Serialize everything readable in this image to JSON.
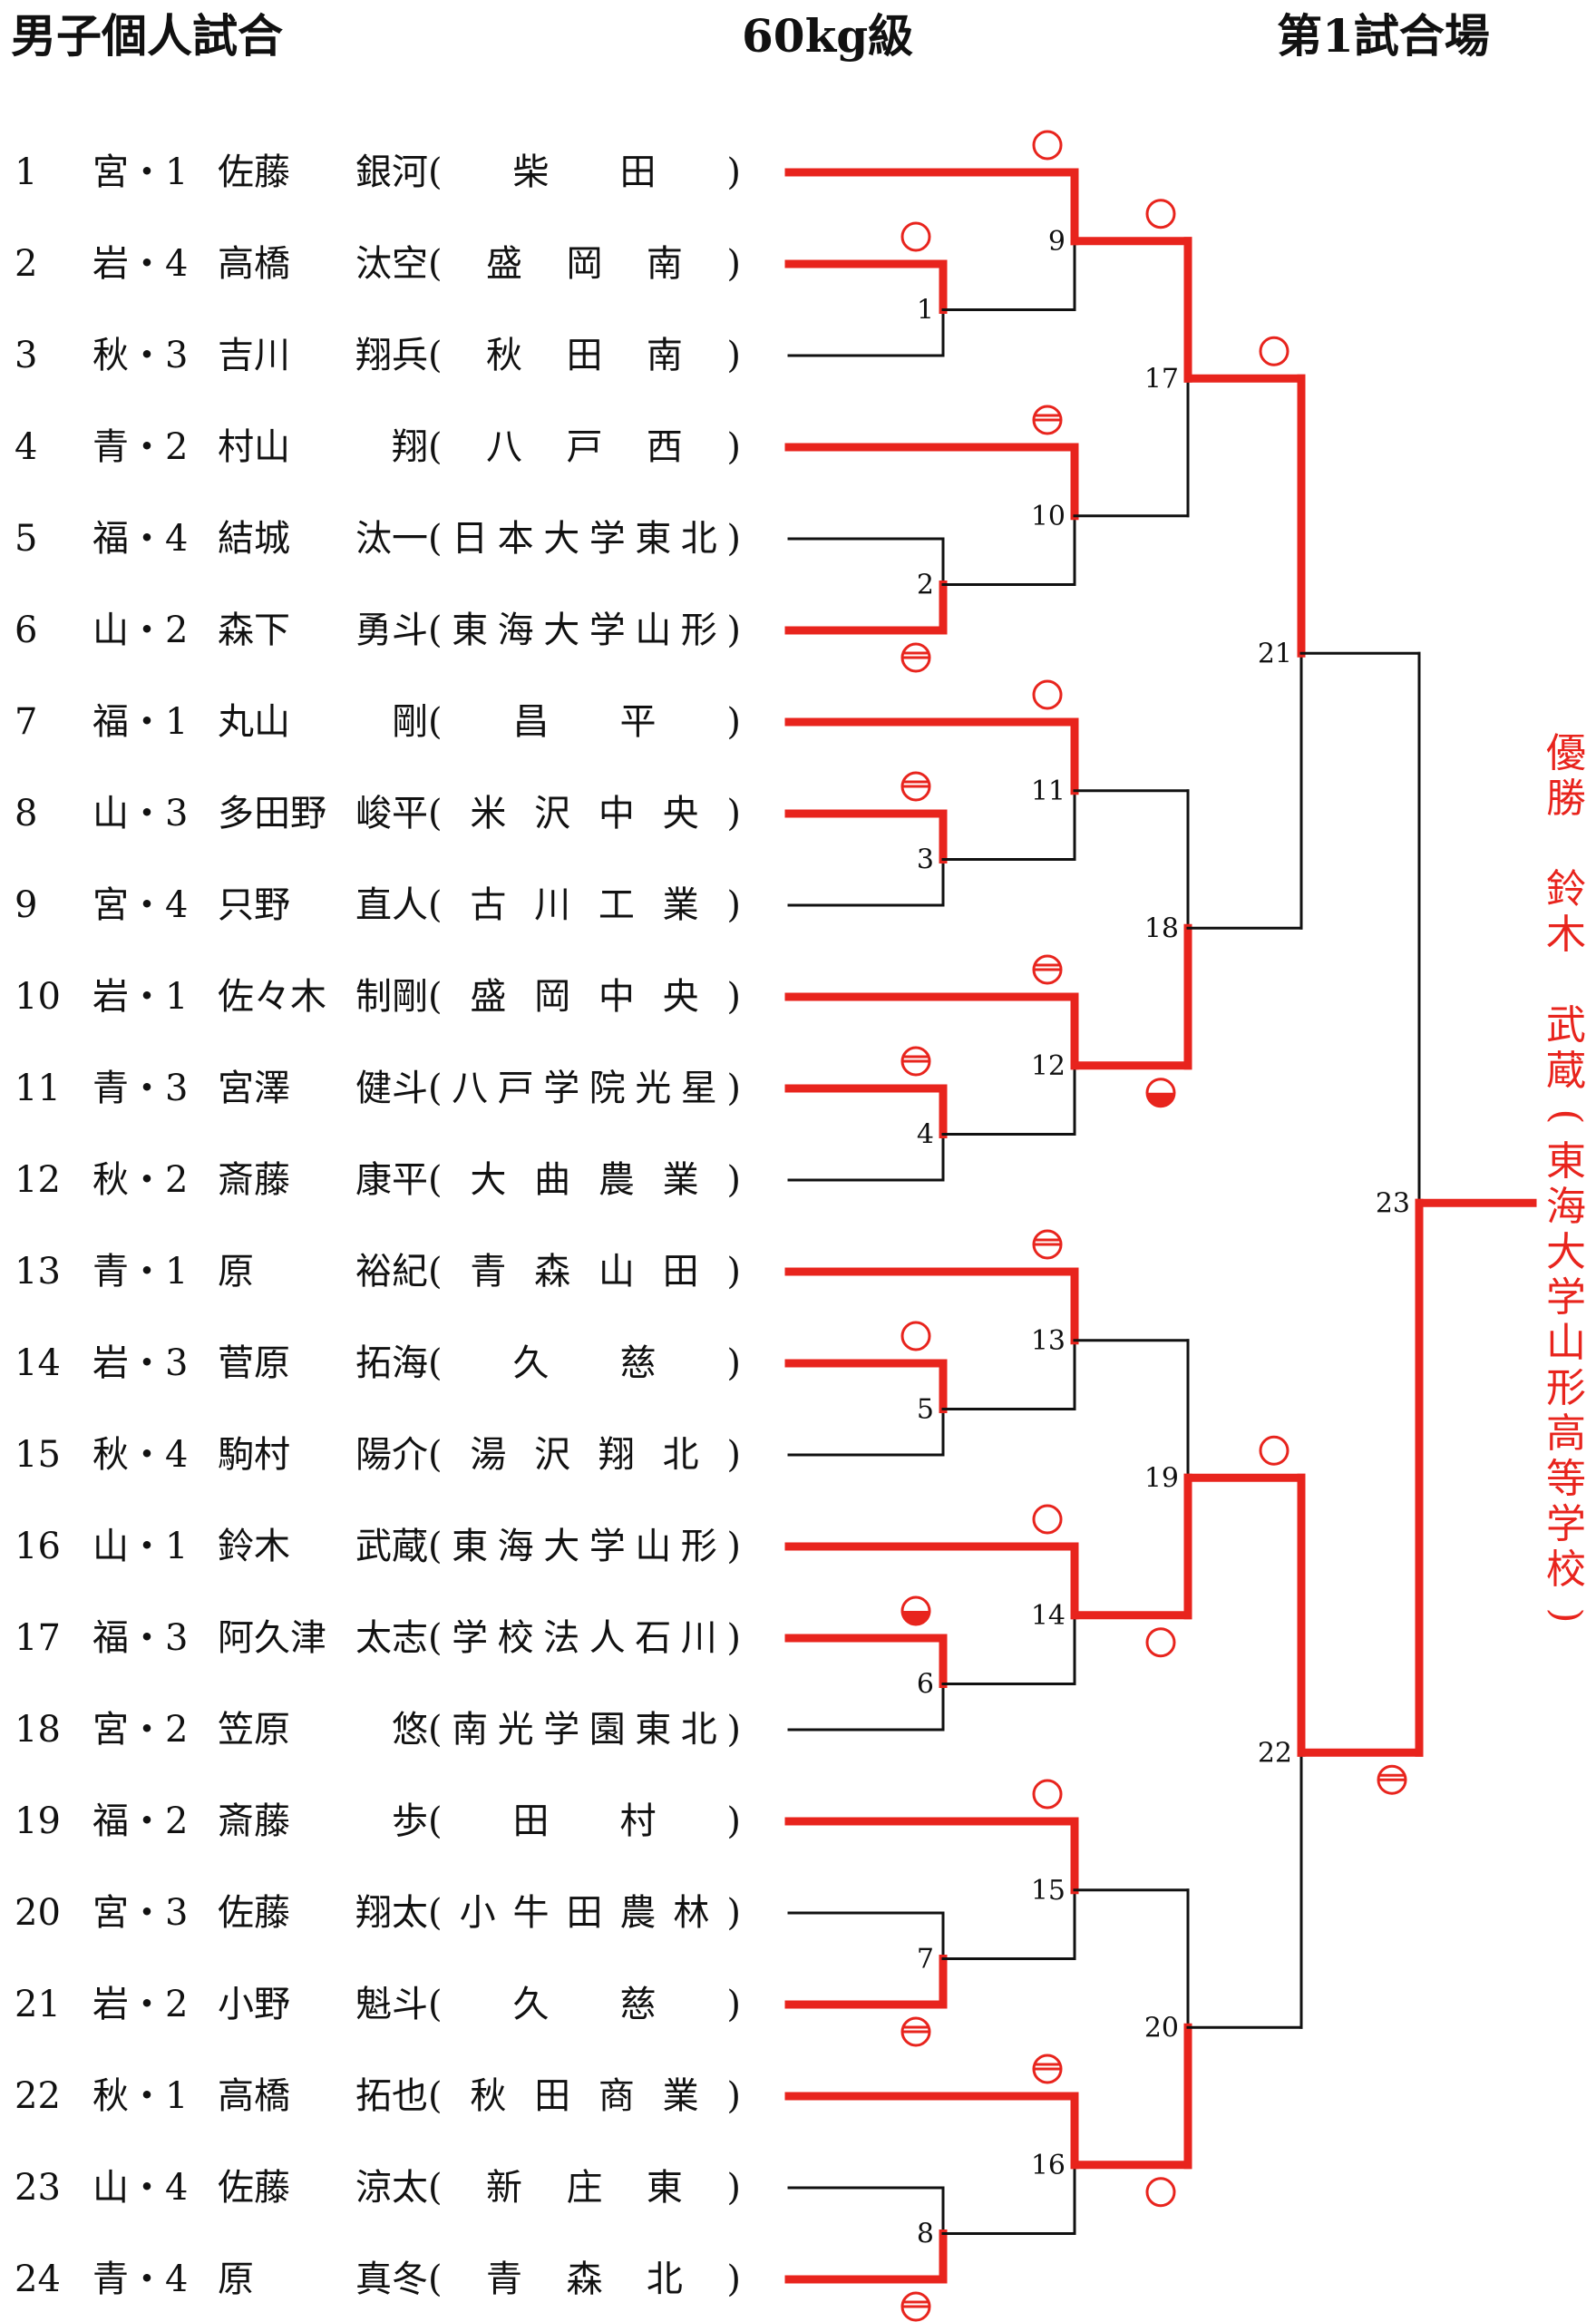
{
  "header": {
    "title": "男子個人試合",
    "weight_class": "60kg級",
    "venue": "第1試合場"
  },
  "players": [
    {
      "seed": "1",
      "pref": "宮・1",
      "family": "佐藤",
      "given": "銀河",
      "school": "柴田"
    },
    {
      "seed": "2",
      "pref": "岩・4",
      "family": "高橋",
      "given": "汰空",
      "school": "盛岡南"
    },
    {
      "seed": "3",
      "pref": "秋・3",
      "family": "吉川",
      "given": "翔兵",
      "school": "秋田南"
    },
    {
      "seed": "4",
      "pref": "青・2",
      "family": "村山",
      "given": "翔",
      "school": "八戸西"
    },
    {
      "seed": "5",
      "pref": "福・4",
      "family": "結城",
      "given": "汰一",
      "school": "日本大学東北"
    },
    {
      "seed": "6",
      "pref": "山・2",
      "family": "森下",
      "given": "勇斗",
      "school": "東海大学山形"
    },
    {
      "seed": "7",
      "pref": "福・1",
      "family": "丸山",
      "given": "剛",
      "school": "昌平"
    },
    {
      "seed": "8",
      "pref": "山・3",
      "family": "多田野",
      "given": "峻平",
      "school": "米沢中央"
    },
    {
      "seed": "9",
      "pref": "宮・4",
      "family": "只野",
      "given": "直人",
      "school": "古川工業"
    },
    {
      "seed": "10",
      "pref": "岩・1",
      "family": "佐々木",
      "given": "制剛",
      "school": "盛岡中央"
    },
    {
      "seed": "11",
      "pref": "青・3",
      "family": "宮澤",
      "given": "健斗",
      "school": "八戸学院光星"
    },
    {
      "seed": "12",
      "pref": "秋・2",
      "family": "斎藤",
      "given": "康平",
      "school": "大曲農業"
    },
    {
      "seed": "13",
      "pref": "青・1",
      "family": "原",
      "given": "裕紀",
      "school": "青森山田"
    },
    {
      "seed": "14",
      "pref": "岩・3",
      "family": "菅原",
      "given": "拓海",
      "school": "久慈"
    },
    {
      "seed": "15",
      "pref": "秋・4",
      "family": "駒村",
      "given": "陽介",
      "school": "湯沢翔北"
    },
    {
      "seed": "16",
      "pref": "山・1",
      "family": "鈴木",
      "given": "武蔵",
      "school": "東海大学山形"
    },
    {
      "seed": "17",
      "pref": "福・3",
      "family": "阿久津",
      "given": "太志",
      "school": "学校法人石川"
    },
    {
      "seed": "18",
      "pref": "宮・2",
      "family": "笠原",
      "given": "悠",
      "school": "南光学園東北"
    },
    {
      "seed": "19",
      "pref": "福・2",
      "family": "斎藤",
      "given": "歩",
      "school": "田村"
    },
    {
      "seed": "20",
      "pref": "宮・3",
      "family": "佐藤",
      "given": "翔太",
      "school": "小牛田農林"
    },
    {
      "seed": "21",
      "pref": "岩・2",
      "family": "小野",
      "given": "魁斗",
      "school": "久慈"
    },
    {
      "seed": "22",
      "pref": "秋・1",
      "family": "高橋",
      "given": "拓也",
      "school": "秋田商業"
    },
    {
      "seed": "23",
      "pref": "山・4",
      "family": "佐藤",
      "given": "涼太",
      "school": "新庄東"
    },
    {
      "seed": "24",
      "pref": "青・4",
      "family": "原",
      "given": "真冬",
      "school": "青森北"
    }
  ],
  "matches": [
    {
      "no": "1",
      "a": "P2",
      "b": "P3",
      "winner": "a",
      "mark_a": "circle",
      "mark_b": ""
    },
    {
      "no": "2",
      "a": "P5",
      "b": "P6",
      "winner": "b",
      "mark_a": "",
      "mark_b": "minus"
    },
    {
      "no": "3",
      "a": "P8",
      "b": "P9",
      "winner": "a",
      "mark_a": "minus",
      "mark_b": ""
    },
    {
      "no": "4",
      "a": "P11",
      "b": "P12",
      "winner": "a",
      "mark_a": "minus",
      "mark_b": ""
    },
    {
      "no": "5",
      "a": "P14",
      "b": "P15",
      "winner": "a",
      "mark_a": "circle",
      "mark_b": ""
    },
    {
      "no": "6",
      "a": "P17",
      "b": "P18",
      "winner": "a",
      "mark_a": "half",
      "mark_b": ""
    },
    {
      "no": "7",
      "a": "P20",
      "b": "P21",
      "winner": "b",
      "mark_a": "",
      "mark_b": "minus"
    },
    {
      "no": "8",
      "a": "P23",
      "b": "P24",
      "winner": "b",
      "mark_a": "",
      "mark_b": "minus"
    },
    {
      "no": "9",
      "a": "P1",
      "b": "M1",
      "winner": "a",
      "mark_a": "circle",
      "mark_b": ""
    },
    {
      "no": "10",
      "a": "P4",
      "b": "M2",
      "winner": "a",
      "mark_a": "minus",
      "mark_b": ""
    },
    {
      "no": "11",
      "a": "P7",
      "b": "M3",
      "winner": "a",
      "mark_a": "circle",
      "mark_b": ""
    },
    {
      "no": "12",
      "a": "P10",
      "b": "M4",
      "winner": "a",
      "mark_a": "minus",
      "mark_b": ""
    },
    {
      "no": "13",
      "a": "P13",
      "b": "M5",
      "winner": "a",
      "mark_a": "minus",
      "mark_b": ""
    },
    {
      "no": "14",
      "a": "P16",
      "b": "M6",
      "winner": "a",
      "mark_a": "circle",
      "mark_b": ""
    },
    {
      "no": "15",
      "a": "P19",
      "b": "M7",
      "winner": "a",
      "mark_a": "circle",
      "mark_b": ""
    },
    {
      "no": "16",
      "a": "P22",
      "b": "M8",
      "winner": "a",
      "mark_a": "minus",
      "mark_b": ""
    },
    {
      "no": "17",
      "a": "M9",
      "b": "M10",
      "winner": "a",
      "mark_a": "circle",
      "mark_b": ""
    },
    {
      "no": "18",
      "a": "M11",
      "b": "M12",
      "winner": "b",
      "mark_a": "",
      "mark_b": "half"
    },
    {
      "no": "19",
      "a": "M13",
      "b": "M14",
      "winner": "b",
      "mark_a": "",
      "mark_b": "circle"
    },
    {
      "no": "20",
      "a": "M15",
      "b": "M16",
      "winner": "b",
      "mark_a": "",
      "mark_b": "circle"
    },
    {
      "no": "21",
      "a": "M17",
      "b": "M18",
      "winner": "a",
      "mark_a": "circle",
      "mark_b": ""
    },
    {
      "no": "22",
      "a": "M19",
      "b": "M20",
      "winner": "a",
      "mark_a": "circle",
      "mark_b": ""
    },
    {
      "no": "23",
      "a": "M21",
      "b": "M22",
      "winner": "b",
      "mark_a": "",
      "mark_b": "minus"
    }
  ],
  "champion": {
    "label": "優勝",
    "name": "鈴木 武蔵",
    "school": "(東海大学山形高等学校)"
  },
  "colors": {
    "winner_line": "#e8241d",
    "loser_line": "#111111",
    "text": "#111111"
  }
}
